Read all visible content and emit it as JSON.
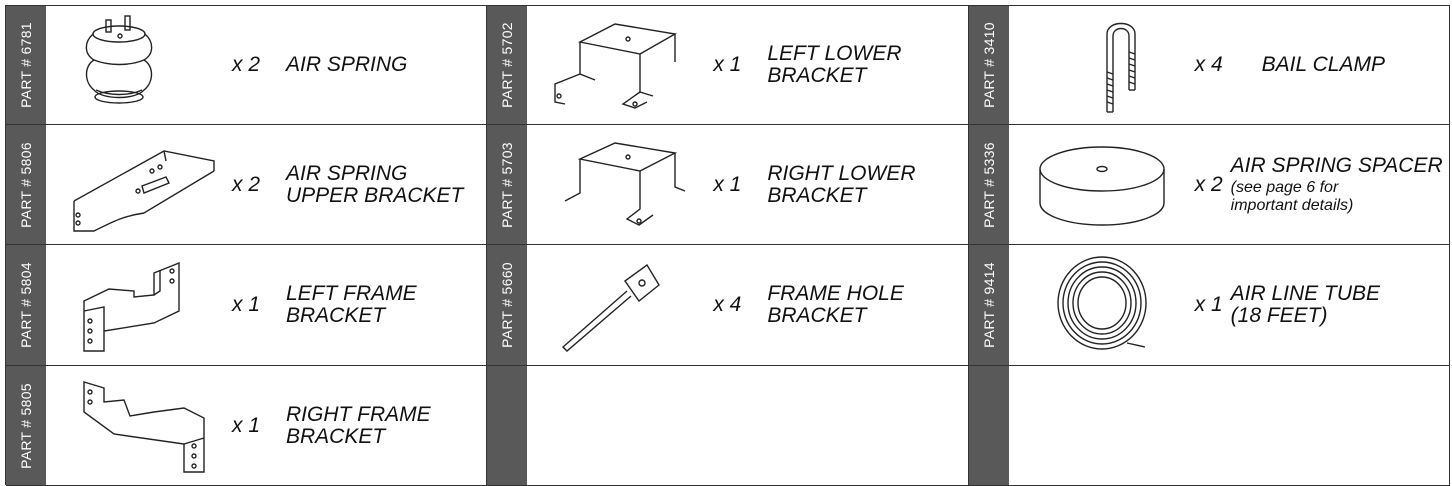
{
  "parts": [
    {
      "part": "PART # 6781",
      "qty": "x 2",
      "label_lines": [
        "AIR SPRING"
      ],
      "icon": "air-spring-icon"
    },
    {
      "part": "PART # 5702",
      "qty": "x 1",
      "label_lines": [
        "LEFT LOWER",
        "BRACKET"
      ],
      "icon": "left-lower-bracket-icon"
    },
    {
      "part": "PART # 3410",
      "qty": "x 4",
      "label_lines": [
        "BAIL CLAMP"
      ],
      "icon": "bail-clamp-icon"
    },
    {
      "part": "PART # 5806",
      "qty": "x 2",
      "label_lines": [
        "AIR SPRING",
        "UPPER BRACKET"
      ],
      "icon": "upper-bracket-icon"
    },
    {
      "part": "PART # 5703",
      "qty": "x 1",
      "label_lines": [
        "RIGHT LOWER",
        "BRACKET"
      ],
      "icon": "right-lower-bracket-icon"
    },
    {
      "part": "PART # 5336",
      "qty": "x 2",
      "label_lines": [
        "AIR SPRING SPACER"
      ],
      "sublabel_lines": [
        "(see page 6 for",
        "important details)"
      ],
      "icon": "spacer-icon"
    },
    {
      "part": "PART # 5804",
      "qty": "x 1",
      "label_lines": [
        "LEFT FRAME",
        "BRACKET"
      ],
      "icon": "left-frame-bracket-icon"
    },
    {
      "part": "PART # 5660",
      "qty": "x 4",
      "label_lines": [
        "FRAME HOLE",
        "BRACKET"
      ],
      "icon": "frame-hole-bracket-icon"
    },
    {
      "part": "PART # 9414",
      "qty": "x 1",
      "label_lines": [
        "AIR LINE TUBE",
        "(18 FEET)"
      ],
      "icon": "air-line-tube-icon"
    },
    {
      "part": "PART # 5805",
      "qty": "x 1",
      "label_lines": [
        "RIGHT FRAME",
        "BRACKET"
      ],
      "icon": "right-frame-bracket-icon"
    }
  ]
}
